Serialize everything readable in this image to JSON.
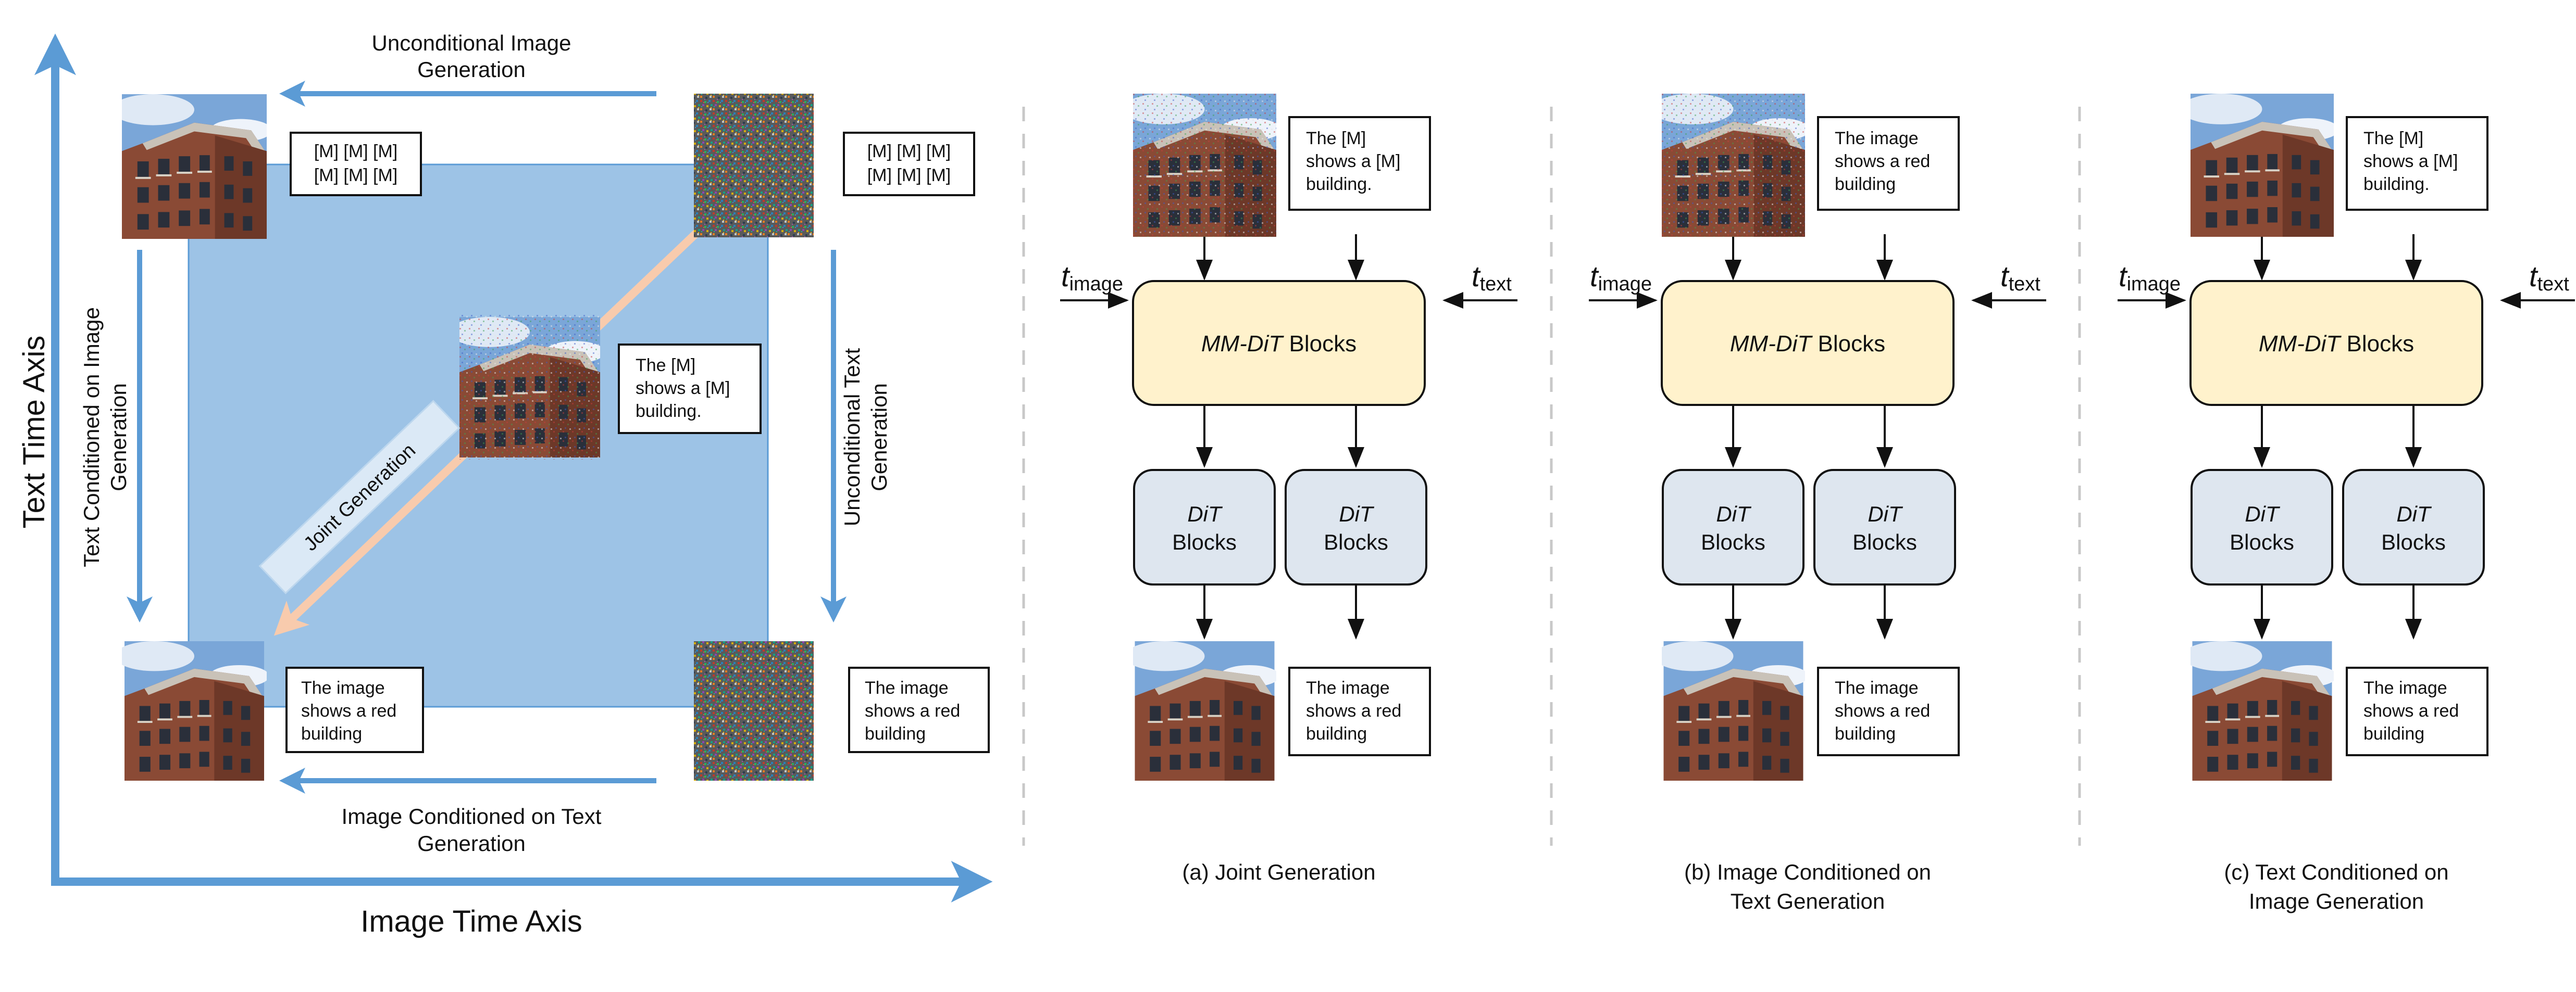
{
  "left_panel": {
    "y_axis_label": "Text Time Axis",
    "x_axis_label": "Image Time Axis",
    "top_label": [
      "Unconditional Image",
      "Generation"
    ],
    "bottom_label": [
      "Image Conditioned on Text",
      "Generation"
    ],
    "left_label": [
      "Text Conditioned on Image",
      "Generation"
    ],
    "right_label": [
      "Unconditional Text",
      "Generation"
    ],
    "diagonal_label": "Joint Generation",
    "mask_text": [
      "[M] [M] [M]",
      "[M] [M] [M]"
    ],
    "caption_red": [
      "The image",
      "shows a red",
      "building"
    ],
    "caption_masked": [
      "The [M]",
      "shows a [M]",
      "building."
    ]
  },
  "common": {
    "t_image": "t",
    "t_image_sub": "image",
    "t_text": "t",
    "t_text_sub": "text",
    "mmdit_italic": "MM-DiT",
    "mmdit_rest": " Blocks",
    "dit_italic": "DiT",
    "dit_rest": "Blocks"
  },
  "panels": [
    {
      "top_caption": [
        "The [M]",
        "shows a [M]",
        "building."
      ],
      "bottom_caption": [
        "The image",
        "shows a red",
        "building"
      ],
      "subtitle": [
        "(a) Joint Generation"
      ]
    },
    {
      "top_caption": [
        "The image",
        "shows a red",
        "building"
      ],
      "bottom_caption": [
        "The image",
        "shows a red",
        "building"
      ],
      "subtitle": [
        "(b) Image Conditioned on",
        "Text Generation"
      ]
    },
    {
      "top_caption": [
        "The [M]",
        "shows a [M]",
        "building."
      ],
      "bottom_caption": [
        "The image",
        "shows a red",
        "building"
      ],
      "subtitle": [
        "(c) Text Conditioned on",
        "Image Generation"
      ]
    }
  ],
  "colors": {
    "axis_blue": "#5b9bd5",
    "square_fill": "#9dc3e6",
    "diag_peach": "#f8cbad",
    "mmdit_fill": "#fff2cc",
    "dit_fill": "#dee6ef",
    "building_brick": "#8a4a35",
    "sky": "#7aa6d8"
  }
}
